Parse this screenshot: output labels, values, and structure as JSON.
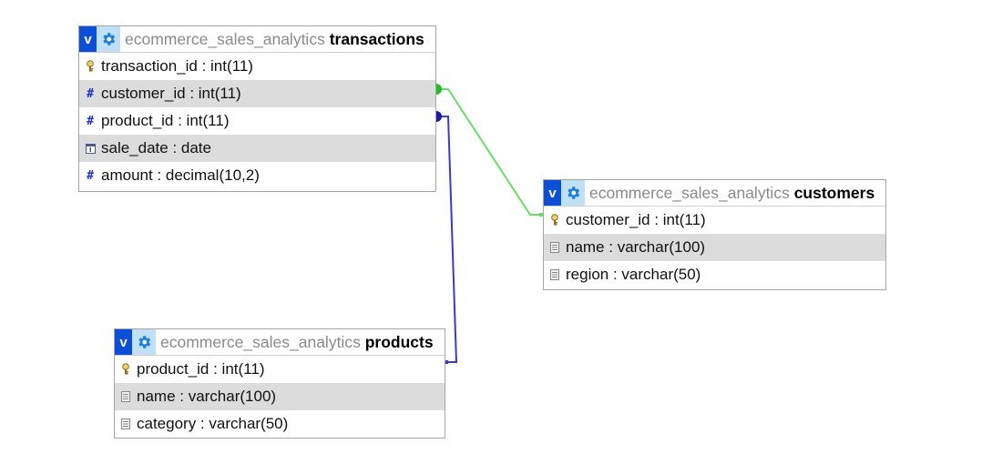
{
  "diagram": {
    "tables": [
      {
        "id": "transactions",
        "database": "ecommerce_sales_analytics",
        "name": "transactions",
        "toggle_label": "v",
        "columns": [
          {
            "text": "transaction_id : int(11)",
            "icon": "key-icon"
          },
          {
            "text": "customer_id : int(11)",
            "icon": "numeric-column-icon"
          },
          {
            "text": "product_id : int(11)",
            "icon": "numeric-column-icon"
          },
          {
            "text": "sale_date : date",
            "icon": "date-column-icon"
          },
          {
            "text": "amount : decimal(10,2)",
            "icon": "numeric-column-icon"
          }
        ]
      },
      {
        "id": "customers",
        "database": "ecommerce_sales_analytics",
        "name": "customers",
        "toggle_label": "v",
        "columns": [
          {
            "text": "customer_id : int(11)",
            "icon": "key-icon"
          },
          {
            "text": "name : varchar(100)",
            "icon": "text-column-icon"
          },
          {
            "text": "region : varchar(50)",
            "icon": "text-column-icon"
          }
        ]
      },
      {
        "id": "products",
        "database": "ecommerce_sales_analytics",
        "name": "products",
        "toggle_label": "v",
        "columns": [
          {
            "text": "product_id : int(11)",
            "icon": "key-icon"
          },
          {
            "text": "name : varchar(100)",
            "icon": "text-column-icon"
          },
          {
            "text": "category : varchar(50)",
            "icon": "text-column-icon"
          }
        ]
      }
    ],
    "relations": [
      {
        "from": "transactions.customer_id",
        "to": "customers.customer_id",
        "color": "#66dd66",
        "dot_color": "#22bb22"
      },
      {
        "from": "transactions.product_id",
        "to": "products.product_id",
        "color": "#3a3acc",
        "dot_color": "#1a1aaa"
      }
    ],
    "colors": {
      "toggle_bg": "#0a4fd6",
      "settings_bg": "#bfe0f7",
      "alt_row": "#dcdcdc",
      "db_name": "#8a8a8a"
    }
  }
}
